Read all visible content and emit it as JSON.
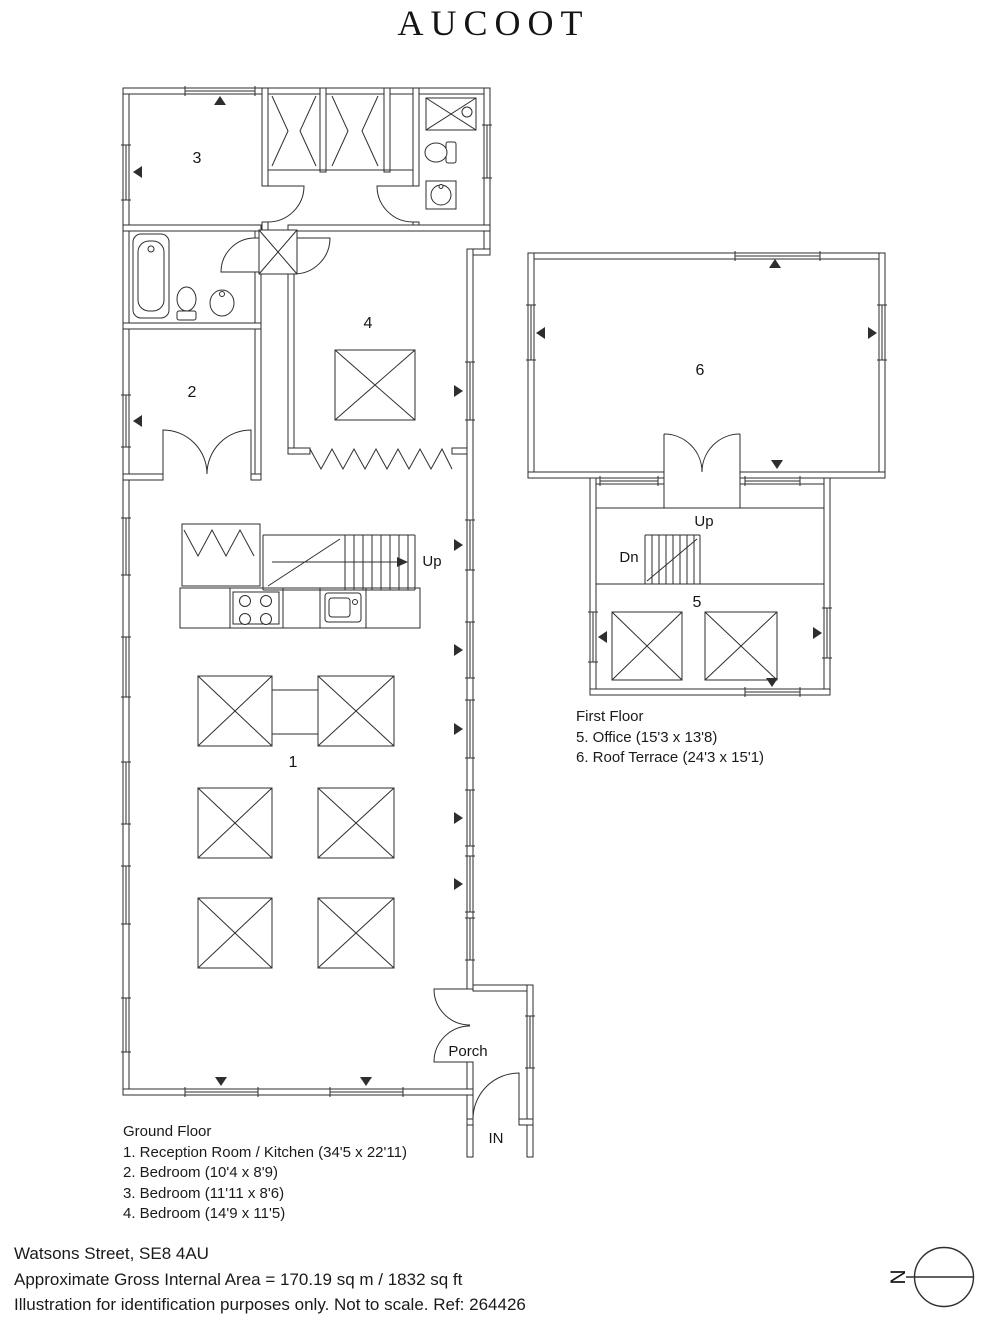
{
  "brand": {
    "name": "AUCOOT"
  },
  "plan_labels": {
    "ground": {
      "room1": "1",
      "room2": "2",
      "room3": "3",
      "room4": "4",
      "stairs_up": "Up",
      "porch": "Porch",
      "entrance": "IN"
    },
    "first": {
      "room5": "5",
      "room6": "6",
      "stairs_up": "Up",
      "stairs_down": "Dn"
    }
  },
  "legend": {
    "first_floor": {
      "title": "First Floor",
      "items": [
        "5. Office (15'3 x 13'8)",
        "6. Roof Terrace (24'3 x 15'1)"
      ]
    },
    "ground_floor": {
      "title": "Ground Floor",
      "items": [
        "1. Reception Room / Kitchen (34'5 x 22'11)",
        "2. Bedroom (10'4 x 8'9)",
        "3. Bedroom (11'11 x 8'6)",
        "4. Bedroom (14'9 x 11'5)"
      ]
    }
  },
  "footer": {
    "address": "Watsons Street, SE8 4AU",
    "area": "Approximate Gross Internal Area = 170.19 sq m / 1832 sq ft",
    "disclaimer": "Illustration for identification purposes only. Not to scale. Ref: 264426"
  },
  "compass": {
    "north": "N"
  },
  "colors": {
    "line": "#2e2e2e",
    "text": "#161616",
    "background": "#ffffff"
  }
}
